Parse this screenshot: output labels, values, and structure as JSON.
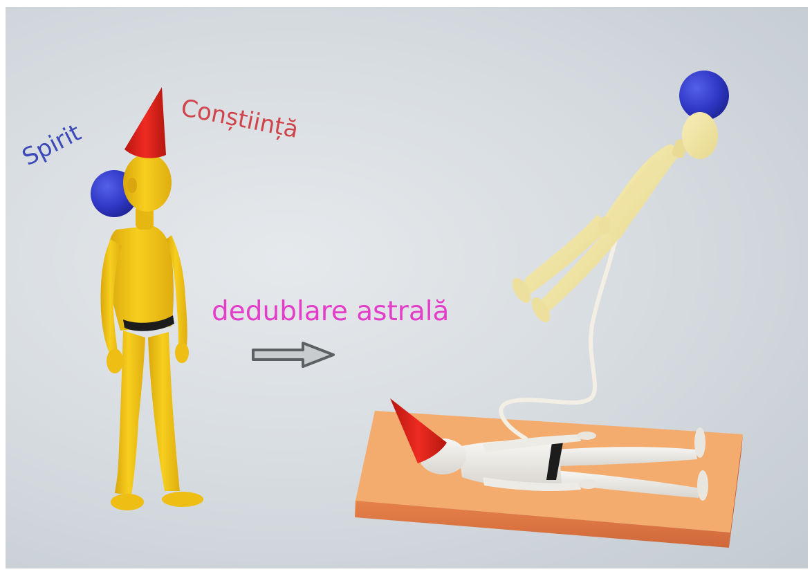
{
  "labels": {
    "spirit": "Spirit",
    "consciousness": "Conștiință",
    "astral_projection": "dedublare astrală"
  },
  "colors": {
    "background": "#d6dbe0",
    "spirit_text": "#3c49b8",
    "consciousness_text": "#d0434a",
    "projection_text": "#e23ec8",
    "spirit_sphere": "#2f37c4",
    "consciousness_cone": "#d9211f",
    "physical_body": "#f2c418",
    "astral_body": "#f3e7a6",
    "sleeping_body": "#eeece8",
    "bed": "#f2a86c"
  },
  "icons": [
    "right-arrow-icon"
  ]
}
